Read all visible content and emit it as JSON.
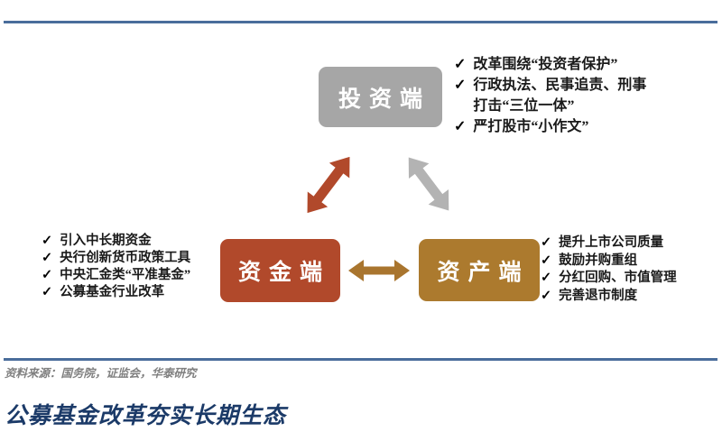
{
  "page": {
    "title": "公募基金改革夯实长期生态",
    "source_label": "资料来源：国务院，证监会，华泰研究"
  },
  "colors": {
    "rule_blue": "#4A6D9B",
    "title_navy": "#1B3A68",
    "source_gray": "#7F7F7F",
    "gray_node": "#A6A6A6",
    "red_node": "#B1492B",
    "gold_node": "#AC7A2E",
    "gray_arrow": "#B3B3B3",
    "gold_arrow": "#A9752E"
  },
  "diagram": {
    "checkmark": "✓",
    "nodes": [
      {
        "id": "invest",
        "label": "投资端"
      },
      {
        "id": "capital",
        "label": "资金端"
      },
      {
        "id": "asset",
        "label": "资产端"
      }
    ],
    "lists": {
      "invest": [
        "改革围绕“投资者保护”",
        "行政执法、民事追责、刑事打击“三位一体”",
        "严打股市“小作文”"
      ],
      "capital": [
        "引入中长期资金",
        "央行创新货币政策工具",
        "中央汇金类“平准基金”",
        "公募基金行业改革"
      ],
      "asset": [
        "提升上市公司质量",
        "鼓励并购重组",
        "分红回购、市值管理",
        "完善退市制度"
      ]
    }
  }
}
